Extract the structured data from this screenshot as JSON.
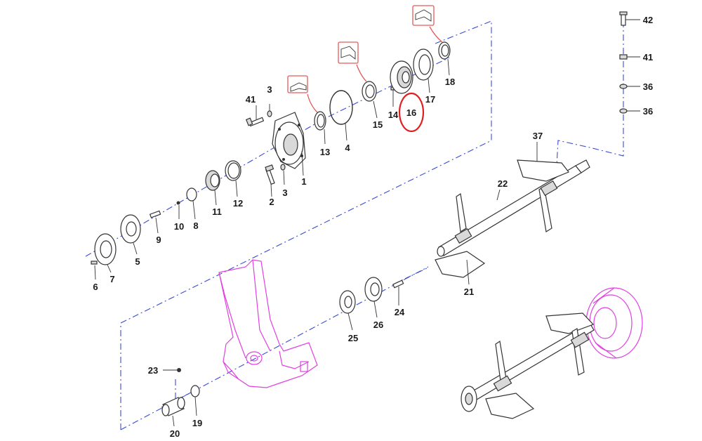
{
  "parts": {
    "p1": "1",
    "p2": "2",
    "p3a": "3",
    "p3b": "3",
    "p4": "4",
    "p5": "5",
    "p6": "6",
    "p7": "7",
    "p8": "8",
    "p9": "9",
    "p10": "10",
    "p11": "11",
    "p12": "12",
    "p13": "13",
    "p14": "14",
    "p15": "15",
    "p16": "16",
    "p17": "17",
    "p18": "18",
    "p19": "19",
    "p20": "20",
    "p21": "21",
    "p22": "22",
    "p23": "23",
    "p24": "24",
    "p25": "25",
    "p26": "26",
    "p36a": "36",
    "p36b": "36",
    "p37": "37",
    "p41a": "41",
    "p41b": "41",
    "p42": "42"
  },
  "highlight": {
    "part": "16",
    "color": "#e02020"
  },
  "colors": {
    "assembly_lines": "#3a4bd6",
    "housing": "#e040e0",
    "callouts": "#e35a5a"
  }
}
